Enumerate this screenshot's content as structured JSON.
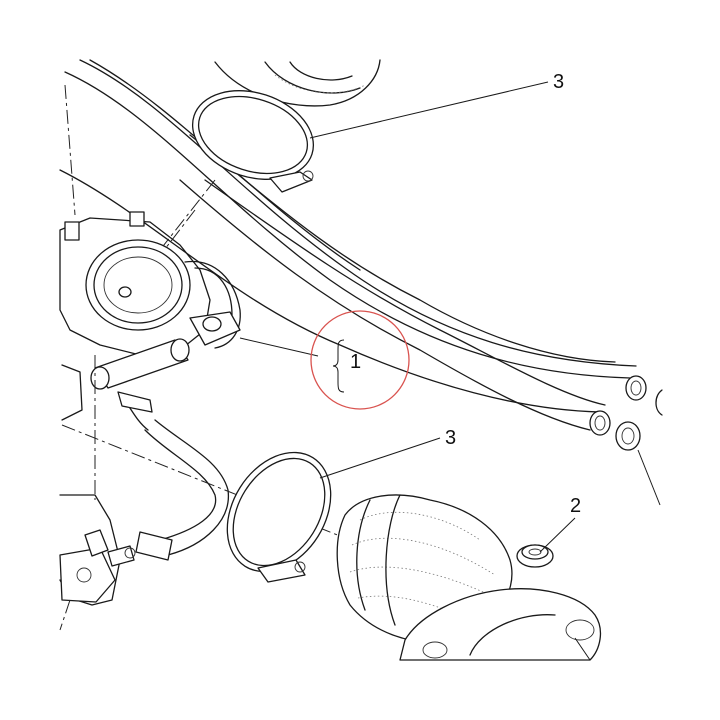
{
  "diagram": {
    "callouts": [
      {
        "id": "item-1",
        "label": "1"
      },
      {
        "id": "item-2",
        "label": "2"
      },
      {
        "id": "item-3-top",
        "label": "3"
      },
      {
        "id": "item-3-middle",
        "label": "3"
      }
    ],
    "highlight_color": "#d9534f",
    "line_color": "#1a1a1a"
  }
}
